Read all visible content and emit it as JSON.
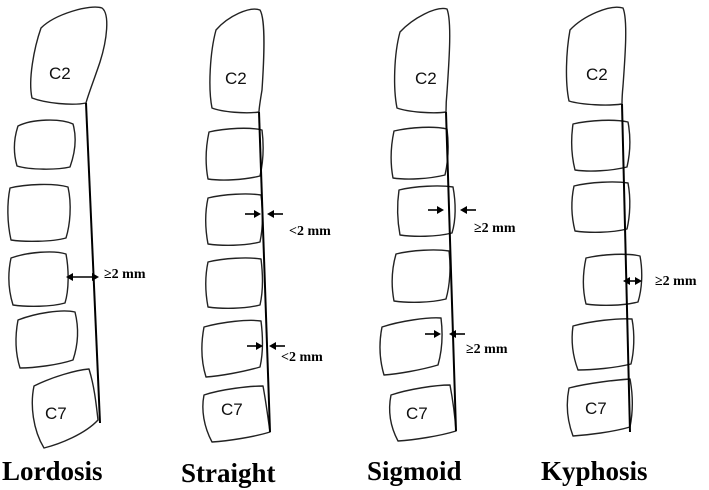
{
  "panels": [
    {
      "title": "Lordosis",
      "top_label": "C2",
      "bottom_label": "C7",
      "measurements": [
        {
          "label": "≥2 mm",
          "direction": "outward"
        }
      ]
    },
    {
      "title": "Straight",
      "top_label": "C2",
      "bottom_label": "C7",
      "measurements": [
        {
          "label": "<2 mm",
          "direction": "inward"
        },
        {
          "label": "<2 mm",
          "direction": "inward"
        }
      ]
    },
    {
      "title": "Sigmoid",
      "top_label": "C2",
      "bottom_label": "C7",
      "measurements": [
        {
          "label": "≥2 mm",
          "direction": "inward"
        },
        {
          "label": "≥2 mm",
          "direction": "inward"
        }
      ]
    },
    {
      "title": "Kyphosis",
      "top_label": "C2",
      "bottom_label": "C7",
      "measurements": [
        {
          "label": "≥2 mm",
          "direction": "outward"
        }
      ]
    }
  ]
}
